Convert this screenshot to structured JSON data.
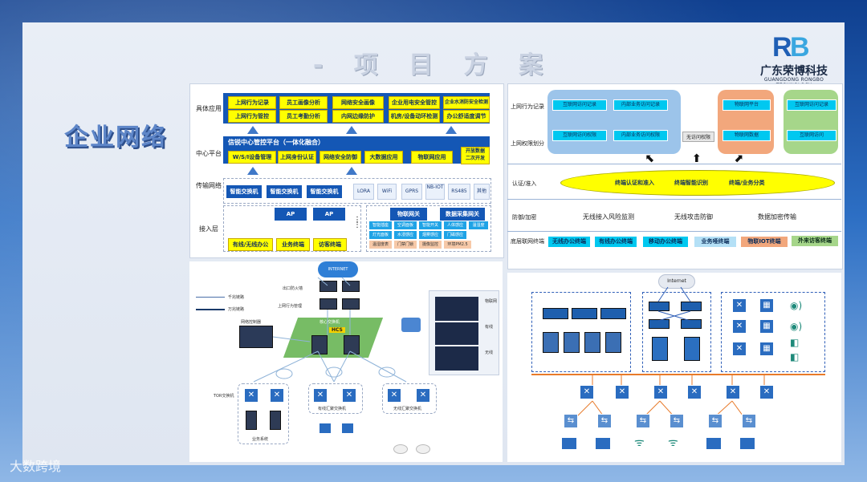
{
  "title": "- 项 目 方 案 -",
  "side_title": "企业网络",
  "logo": {
    "mark": "RB",
    "cn": "广东荣博科技",
    "en": "GUANGDONG RONGBO TECHNOLOGY"
  },
  "watermark": "大数跨境",
  "left_diagram": {
    "layers": [
      "具体应用",
      "中心平台",
      "传输网络",
      "接入层"
    ],
    "apps_row1": [
      "上网行为记录",
      "员工画像分析",
      "网络安全画像",
      "企业用电安全管控",
      "企业水消防安全检测"
    ],
    "apps_row2": [
      "上网行为管控",
      "员工考勤分析",
      "内网边缘防护",
      "机房/设备动环检测",
      "办公舒适度调节"
    ],
    "platform_title": "信锐中心管控平台（一体化融合）",
    "platform_items": [
      "W/S/I设备管理",
      "上网身份认证",
      "网络安全防御",
      "大数据应用",
      "物联网应用",
      "开放数据\n二次开发"
    ],
    "transport_switches": [
      "智能交换机",
      "智能交换机",
      "智能交换机"
    ],
    "transport_links": [
      "LORA",
      "WiFi",
      "GPRS",
      "NB-IOT",
      "RS485",
      "其他"
    ],
    "access_ap": [
      "AP",
      "AP"
    ],
    "access_terminals": [
      "有线/无线办公",
      "业务终端",
      "访客终端"
    ],
    "gateways": [
      "物联网关",
      "数据采集网关"
    ],
    "iot_row1": [
      "智能插座",
      "空调面板",
      "智能开关",
      "人体感应",
      "温湿度"
    ],
    "iot_row2": [
      "灯光面板",
      "水浸感应",
      "烟雾感应",
      "门磁感应"
    ],
    "iot_row3": [
      "温湿度表",
      "门禁门锁",
      "摄像监控",
      "环境PM2.5"
    ]
  },
  "right_diagram": {
    "rows": [
      "上网行为记录",
      "上网权限划分",
      "认证/准入",
      "防御/加密",
      "底层联网终端"
    ],
    "internal_group": [
      "互联网访问记录",
      "内部业务访问记录",
      "互联网访问权限",
      "内部业务访问权限"
    ],
    "no_access": "无访问权限",
    "iot_platform": [
      "物联网平台",
      "物联网数据"
    ],
    "guest_group": [
      "互联网访问记录",
      "互联网访问"
    ],
    "auth_items": [
      "终端认证和准入",
      "终端智能识别",
      "终端/业务分类"
    ],
    "defense_items": [
      "无线接入风险监测",
      "无线攻击防御",
      "数据加密传输"
    ],
    "terminals": [
      "无线办公终端",
      "有线办公终端",
      "移动办公终端",
      "业务哑终端",
      "物联IOT终端",
      "外来访客终端"
    ]
  },
  "bottom_left": {
    "internet": "INTERNET",
    "labels": [
      "出口防火墙",
      "上网行为管理",
      "网络控制器",
      "核心交换机",
      "TOR交换机",
      "有线汇聚交换机",
      "无线汇聚交换机",
      "业务系统"
    ],
    "hcs": "HCS",
    "legend": [
      "千兆链路",
      "万兆链路"
    ],
    "side": [
      "物联网",
      "有线",
      "无线"
    ]
  },
  "bottom_right": {
    "internet": "Internet"
  }
}
